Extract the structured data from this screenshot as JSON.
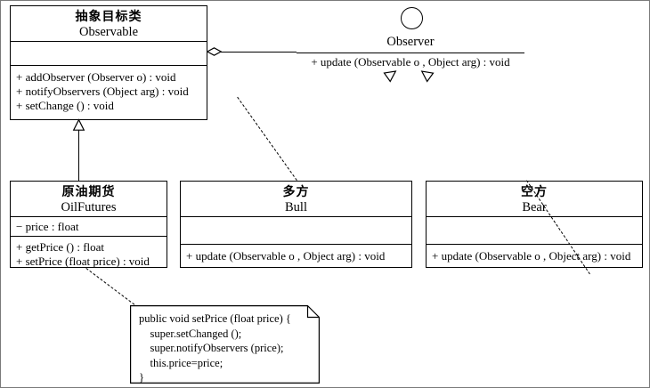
{
  "diagram": {
    "title": "Observer pattern UML class diagram",
    "background_color": "#ffffff",
    "line_color": "#000000"
  },
  "classes": {
    "observable": {
      "cn_name": "抽象目标类",
      "en_name": "Observable",
      "attributes": [],
      "methods": [
        "+ addObserver (Observer o) : void",
        "+ notifyObservers (Object arg) : void",
        "+ setChange () : void"
      ]
    },
    "oilfutures": {
      "cn_name": "原油期货",
      "en_name": "OilFutures",
      "attributes": [
        "− price : float"
      ],
      "methods": [
        "+ getPrice () : float",
        "+ setPrice (float price) : void"
      ]
    },
    "bull": {
      "cn_name": "多方",
      "en_name": "Bull",
      "attributes": [],
      "methods": [
        "+ update (Observable o , Object arg) : void"
      ]
    },
    "bear": {
      "cn_name": "空方",
      "en_name": "Bear",
      "attributes": [],
      "methods": [
        "+ update (Observable o , Object arg) : void"
      ]
    }
  },
  "interface": {
    "name": "Observer",
    "method": "+ update (Observable o , Object arg) : void",
    "notation": "lollipop-circle"
  },
  "note": {
    "code": "public void setPrice (float price) {\n    super.setChanged ();\n    super.notifyObservers (price);\n    this.price=price;\n}"
  },
  "relationships": [
    {
      "name": "aggregation-observable-observer",
      "type": "aggregation",
      "from": "observable",
      "to": "interface-observer",
      "marker": "hollow-diamond"
    },
    {
      "name": "generalization-oilfutures-observable",
      "type": "generalization",
      "from": "oilfutures",
      "to": "observable",
      "marker": "hollow-triangle"
    },
    {
      "name": "realization-bull-observer",
      "type": "realization",
      "from": "bull",
      "to": "interface-observer",
      "marker": "hollow-triangle-dashed"
    },
    {
      "name": "realization-bear-observer",
      "type": "realization",
      "from": "bear",
      "to": "interface-observer",
      "marker": "hollow-triangle-dashed"
    },
    {
      "name": "note-anchor-oilfutures",
      "type": "note-anchor",
      "from": "note",
      "to": "oilfutures",
      "marker": "dashed"
    }
  ]
}
